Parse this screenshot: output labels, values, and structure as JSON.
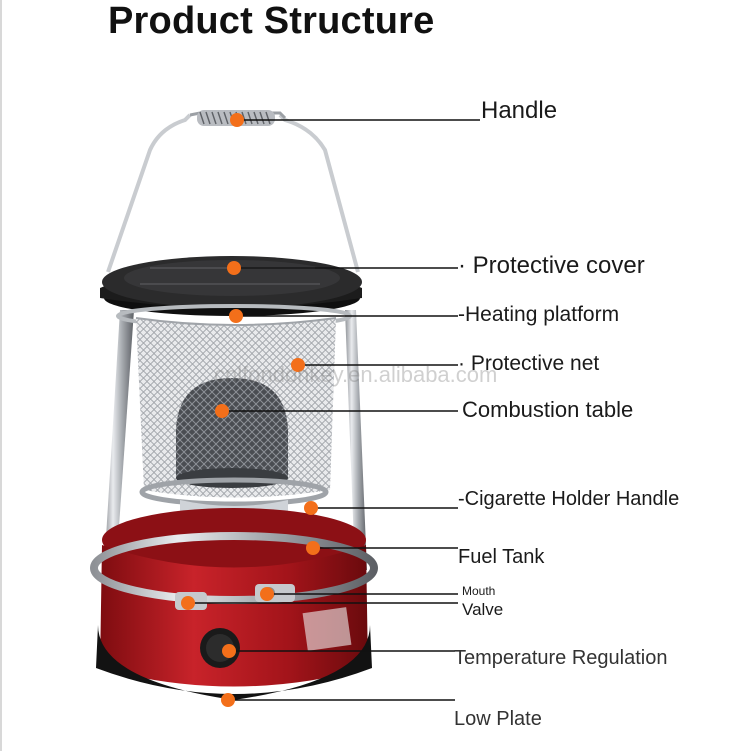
{
  "title": "Product Structure",
  "watermark": "cnlfondonkey.en.alibaba.com",
  "colors": {
    "marker": "#f36f1a",
    "tank_red": "#b3161c",
    "lid_black": "#1b1b1b",
    "chrome": "#c9ccd0"
  },
  "parts": [
    {
      "label": "Handle"
    },
    {
      "label": "· Protective cover"
    },
    {
      "label": "-Heating platform"
    },
    {
      "label": "· Protective net"
    },
    {
      "label": "Combustion table"
    },
    {
      "label": "-Cigarette Holder Handle"
    },
    {
      "label": "Fuel Tank"
    },
    {
      "label": "Mouth"
    },
    {
      "label": "Valve"
    },
    {
      "label": "Temperature Regulation"
    },
    {
      "label": "Low Plate"
    }
  ]
}
